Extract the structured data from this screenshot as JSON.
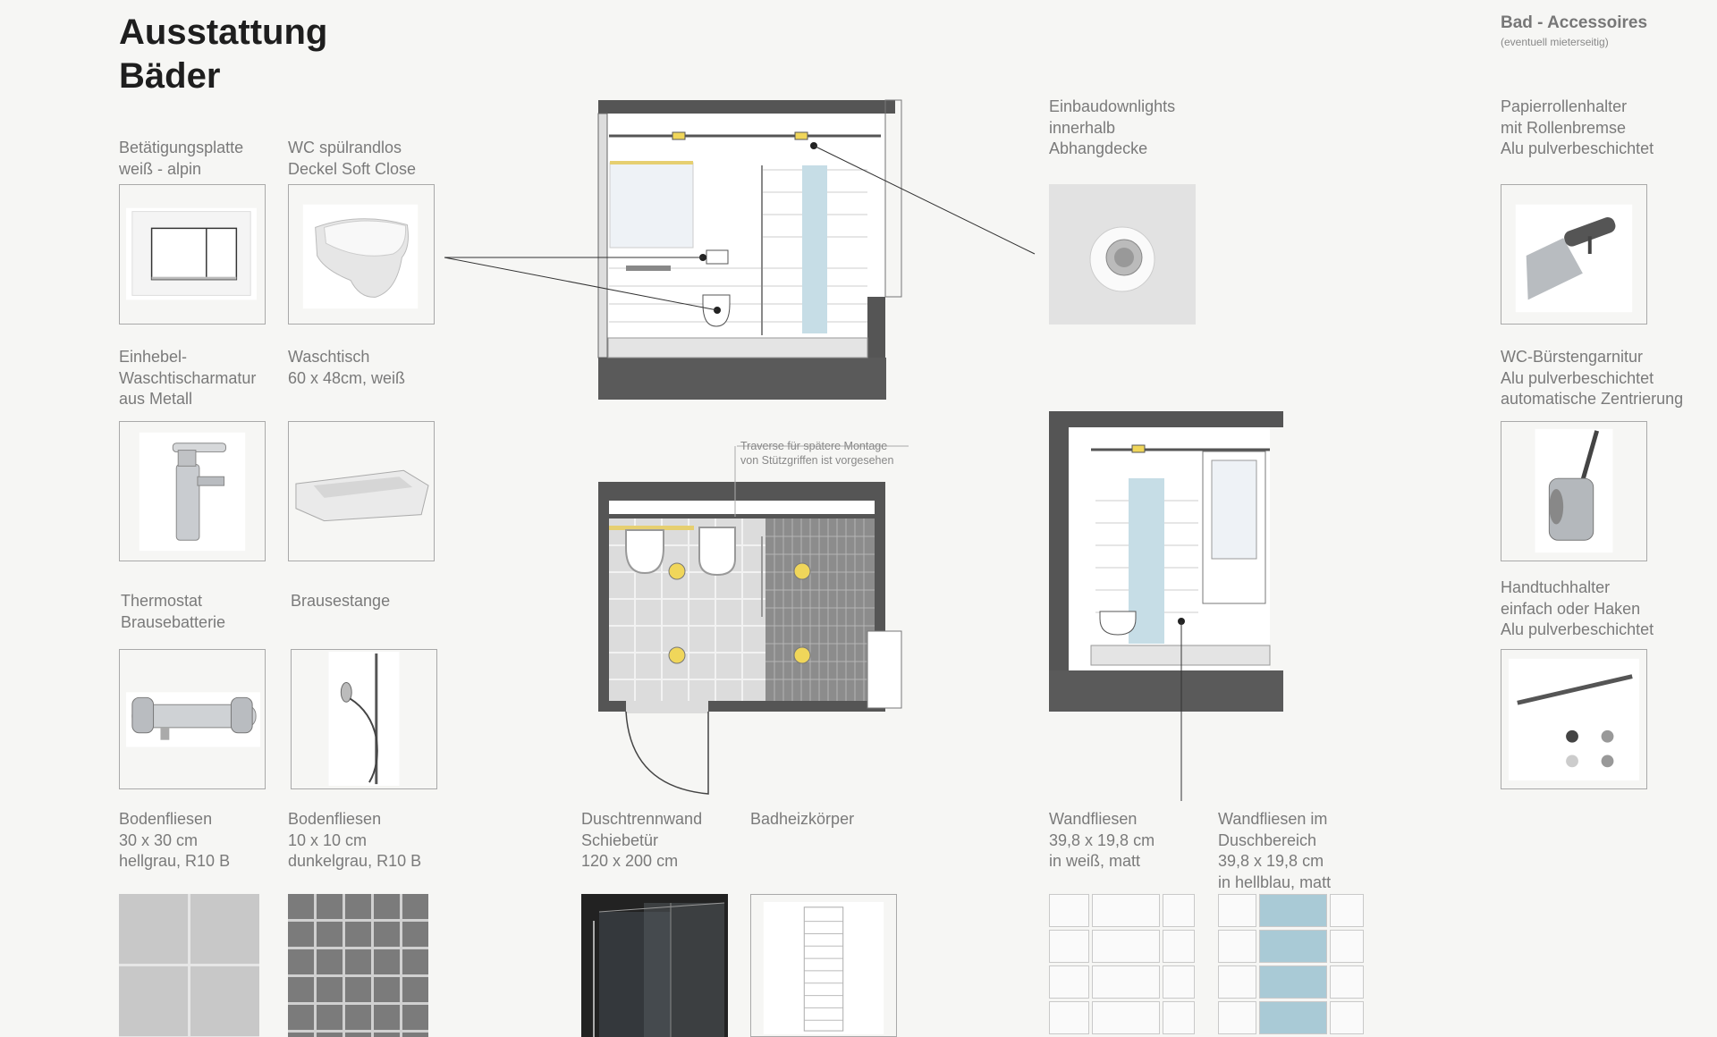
{
  "header": {
    "title": "Ausstattung\nBäder"
  },
  "accessories": {
    "title": "Bad - Accessoires",
    "subtitle": "(eventuell mieterseitig)"
  },
  "items": {
    "flush_plate": "Betätigungsplatte\nweiß - alpin",
    "wc": "WC spülrandlos\nDeckel Soft Close",
    "faucet": "Einhebel-\nWaschtischarmatur\naus Metall",
    "washbasin": "Waschtisch\n60 x 48cm, weiß",
    "thermostat": "Thermostat\nBrausebatterie",
    "shower_rail": "Brausestange",
    "floor_tiles_light": "Bodenfliesen\n30 x 30 cm\nhellgrau, R10 B",
    "floor_tiles_dark": "Bodenfliesen\n10 x 10 cm\ndunkelgrau, R10 B",
    "shower_screen": "Duschtrennwand\nSchiebetür\n120 x 200 cm",
    "radiator": "Badheizkörper",
    "wall_tiles": "Wandfliesen\n39,8 x 19,8 cm\nin weiß, matt",
    "wall_tiles_shower": "Wandfliesen im\nDuschbereich\n39,8 x 19,8 cm\nin hellblau, matt",
    "downlights": "Einbaudownlights\ninnerhalb\nAbhangdecke",
    "paper_holder": "Papierrollenhalter\nmit Rollenbremse\nAlu pulverbeschichtet",
    "brush_set": "WC-Bürstengarnitur\nAlu pulverbeschichtet\nautomatische Zentrierung",
    "towel_holder": "Handtuchhalter\neinfach  oder Haken\nAlu pulverbeschichtet"
  },
  "plan_note": "Traverse für spätere Montage\nvon Stützgriffen ist vorgesehen",
  "colors": {
    "wall": "#555555",
    "shower_tile": "#a9cad6",
    "light": "#f0d65a",
    "floor_dark": "#7b7b7b",
    "floor_light": "#c8c8c8"
  }
}
